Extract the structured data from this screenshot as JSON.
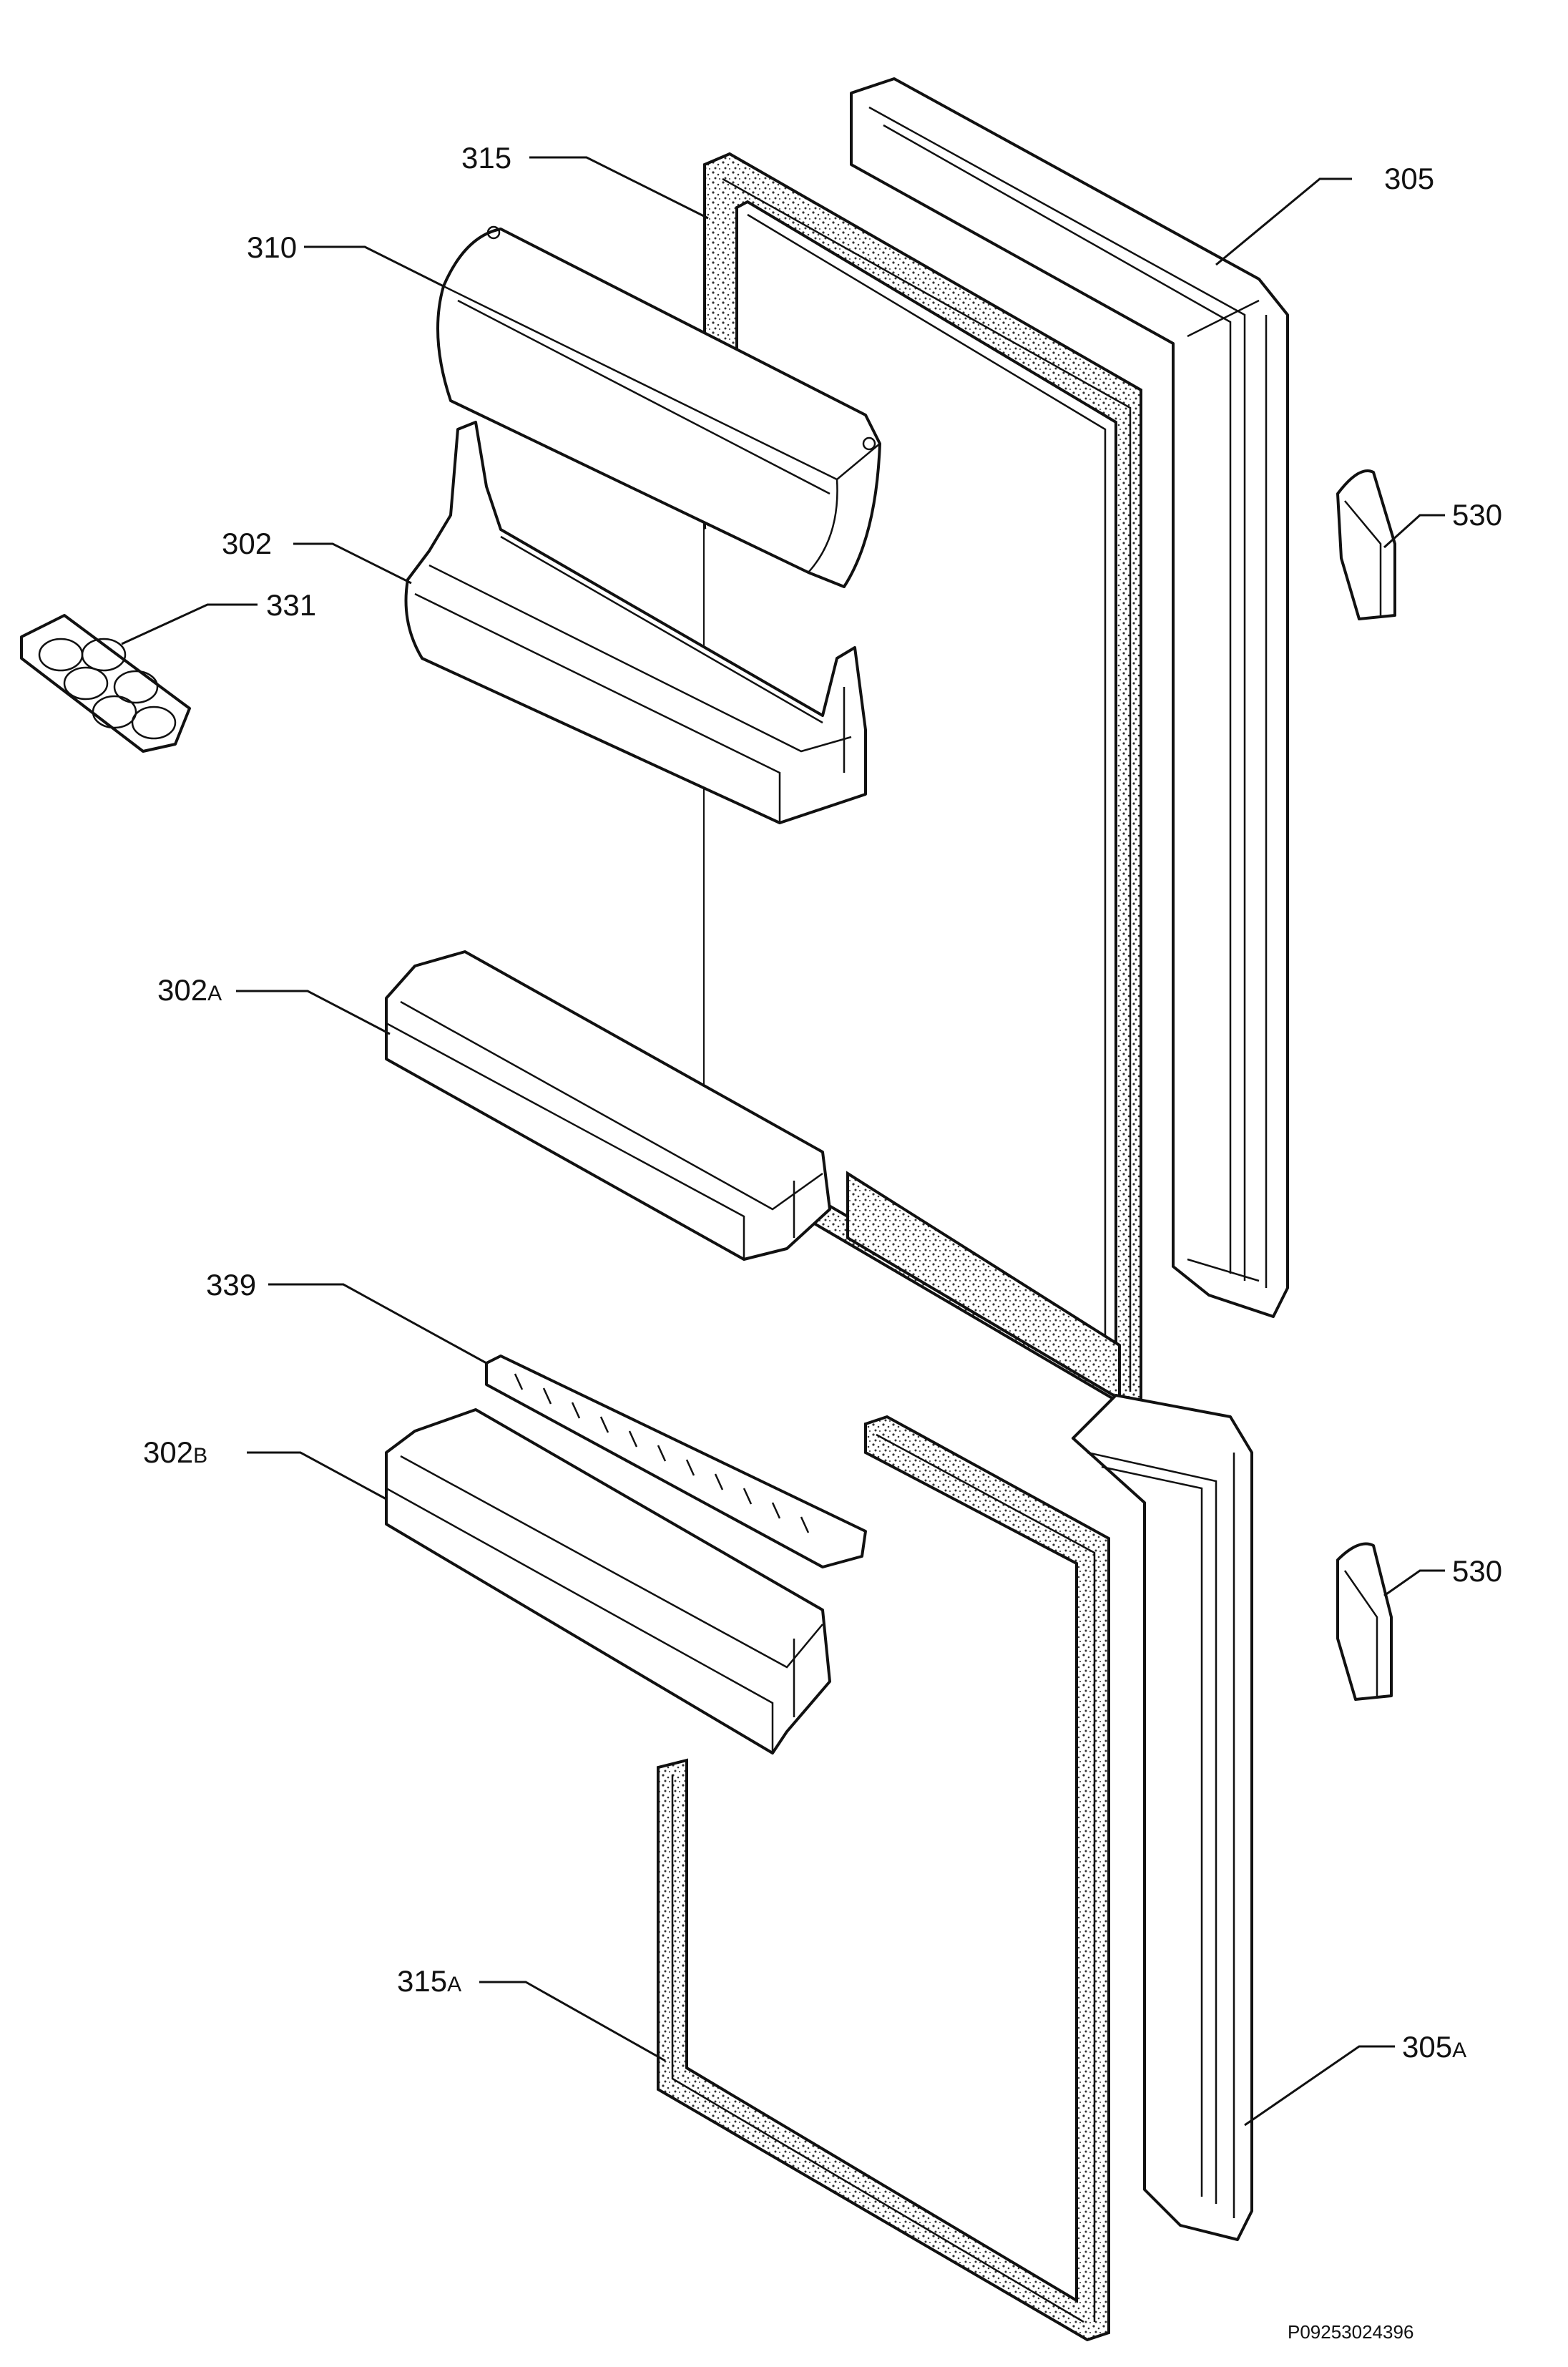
{
  "callouts": {
    "c305": {
      "num": "305",
      "suf": ""
    },
    "c315": {
      "num": "315",
      "suf": ""
    },
    "c310": {
      "num": "310",
      "suf": ""
    },
    "c302": {
      "num": "302",
      "suf": ""
    },
    "c331": {
      "num": "331",
      "suf": ""
    },
    "c530a": {
      "num": "530",
      "suf": ""
    },
    "c302A": {
      "num": "302",
      "suf": "A"
    },
    "c339": {
      "num": "339",
      "suf": ""
    },
    "c302B": {
      "num": "302",
      "suf": "B"
    },
    "c530b": {
      "num": "530",
      "suf": ""
    },
    "c315A": {
      "num": "315",
      "suf": "A"
    },
    "c305A": {
      "num": "305",
      "suf": "A"
    }
  },
  "drawing_code": "P09253024396"
}
